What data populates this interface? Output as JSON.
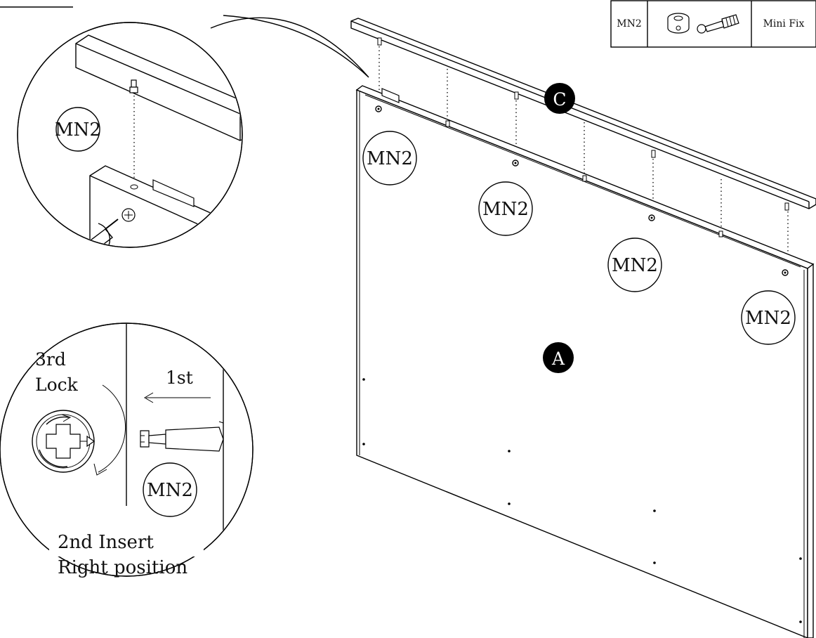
{
  "legend": {
    "code": "MN2",
    "name": "Mini Fix",
    "icon": "cam-lock-and-bolt-icon"
  },
  "parts": {
    "panel_a": "A",
    "rail_c": "C"
  },
  "fitting_label": "MN2",
  "detail_top": {
    "label": "MN2"
  },
  "detail_bottom": {
    "step3": "3rd",
    "lock": "Lock",
    "step1": "1st",
    "label": "MN2",
    "step2": "2nd Insert",
    "position": "Right position"
  },
  "colors": {
    "ink": "#000000",
    "paper": "#ffffff"
  }
}
